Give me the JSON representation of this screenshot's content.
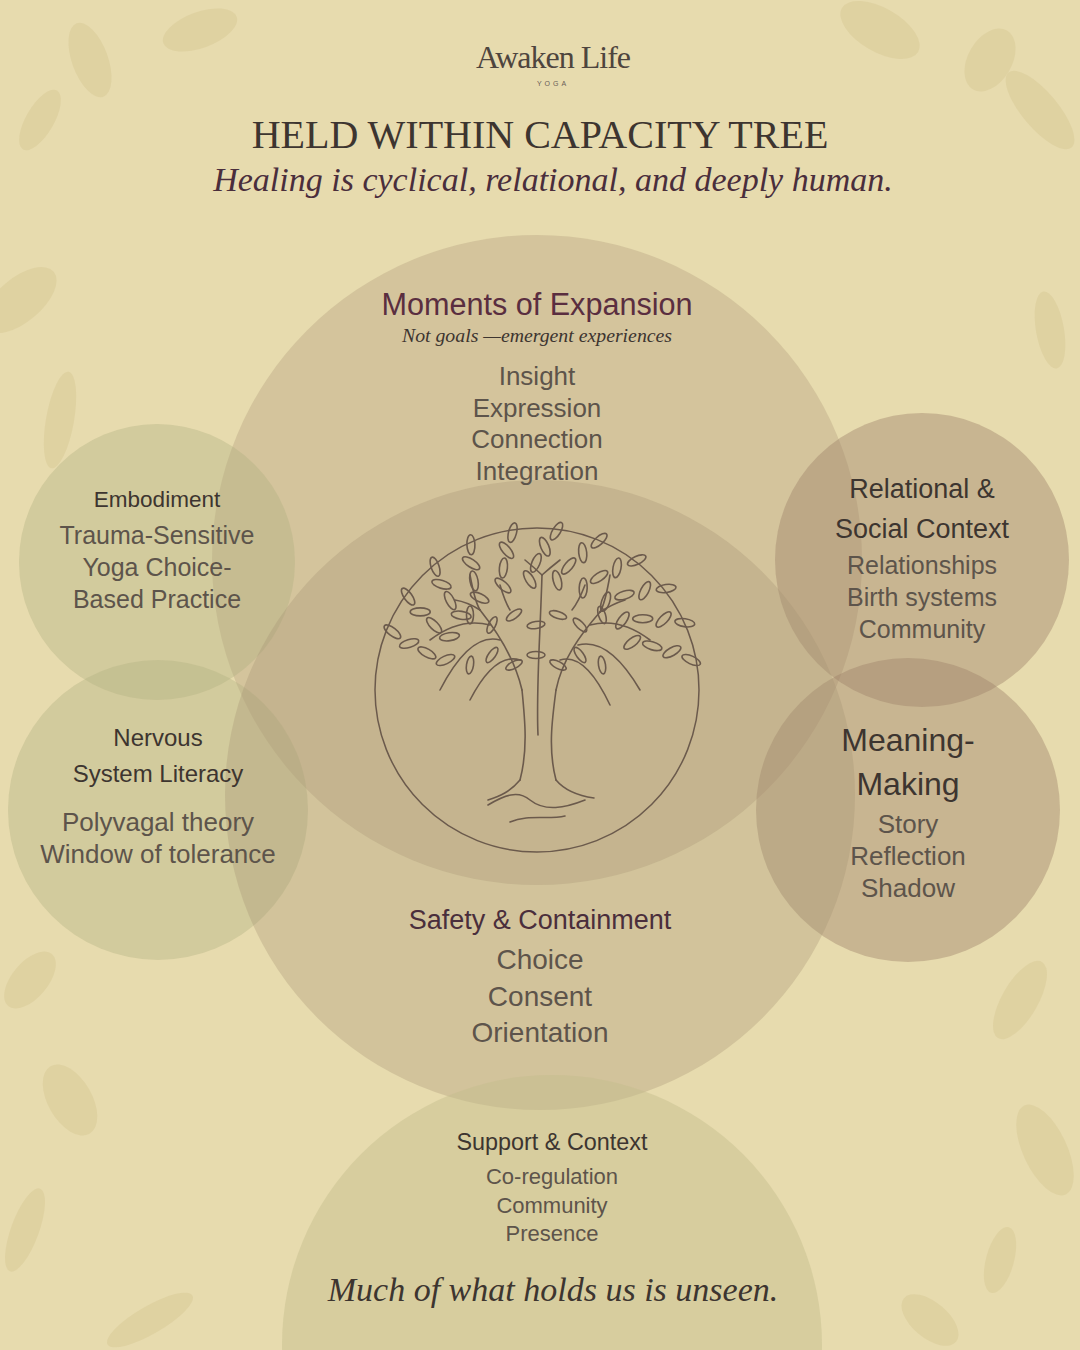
{
  "diagram": {
    "title": "HELD WITHIN CAPACITY TREE",
    "caption": "Healing is cyclical, relational, and deeply human.",
    "nodes": [
      {
        "text": [
          "Moments of Expansion",
          "Not goals —emergent experiences",
          "Insight Expression Connection Integration"
        ]
      },
      {
        "text": [
          "Embodiment",
          "Trauma-Sensitive Yoga Choice-Based Practice"
        ]
      },
      {
        "text": [
          "Relational & Social Context",
          "Relationships Birth systems Community"
        ]
      },
      {
        "text": [
          "Nervous System Literacy",
          "Polyvagal theory Window of tolerance"
        ]
      },
      {
        "text": [
          "Meaning-Making",
          "Story Reflection Shadow"
        ]
      },
      {
        "text": [
          "Safety & Containment",
          "Choice Consent Orientation"
        ]
      },
      {
        "text": [
          "Support & Context",
          "Co-regulation Community Presence"
        ]
      }
    ],
    "labels": [
      "Awaken Life",
      "YOGA",
      "Much of what holds us is unseen."
    ]
  }
}
